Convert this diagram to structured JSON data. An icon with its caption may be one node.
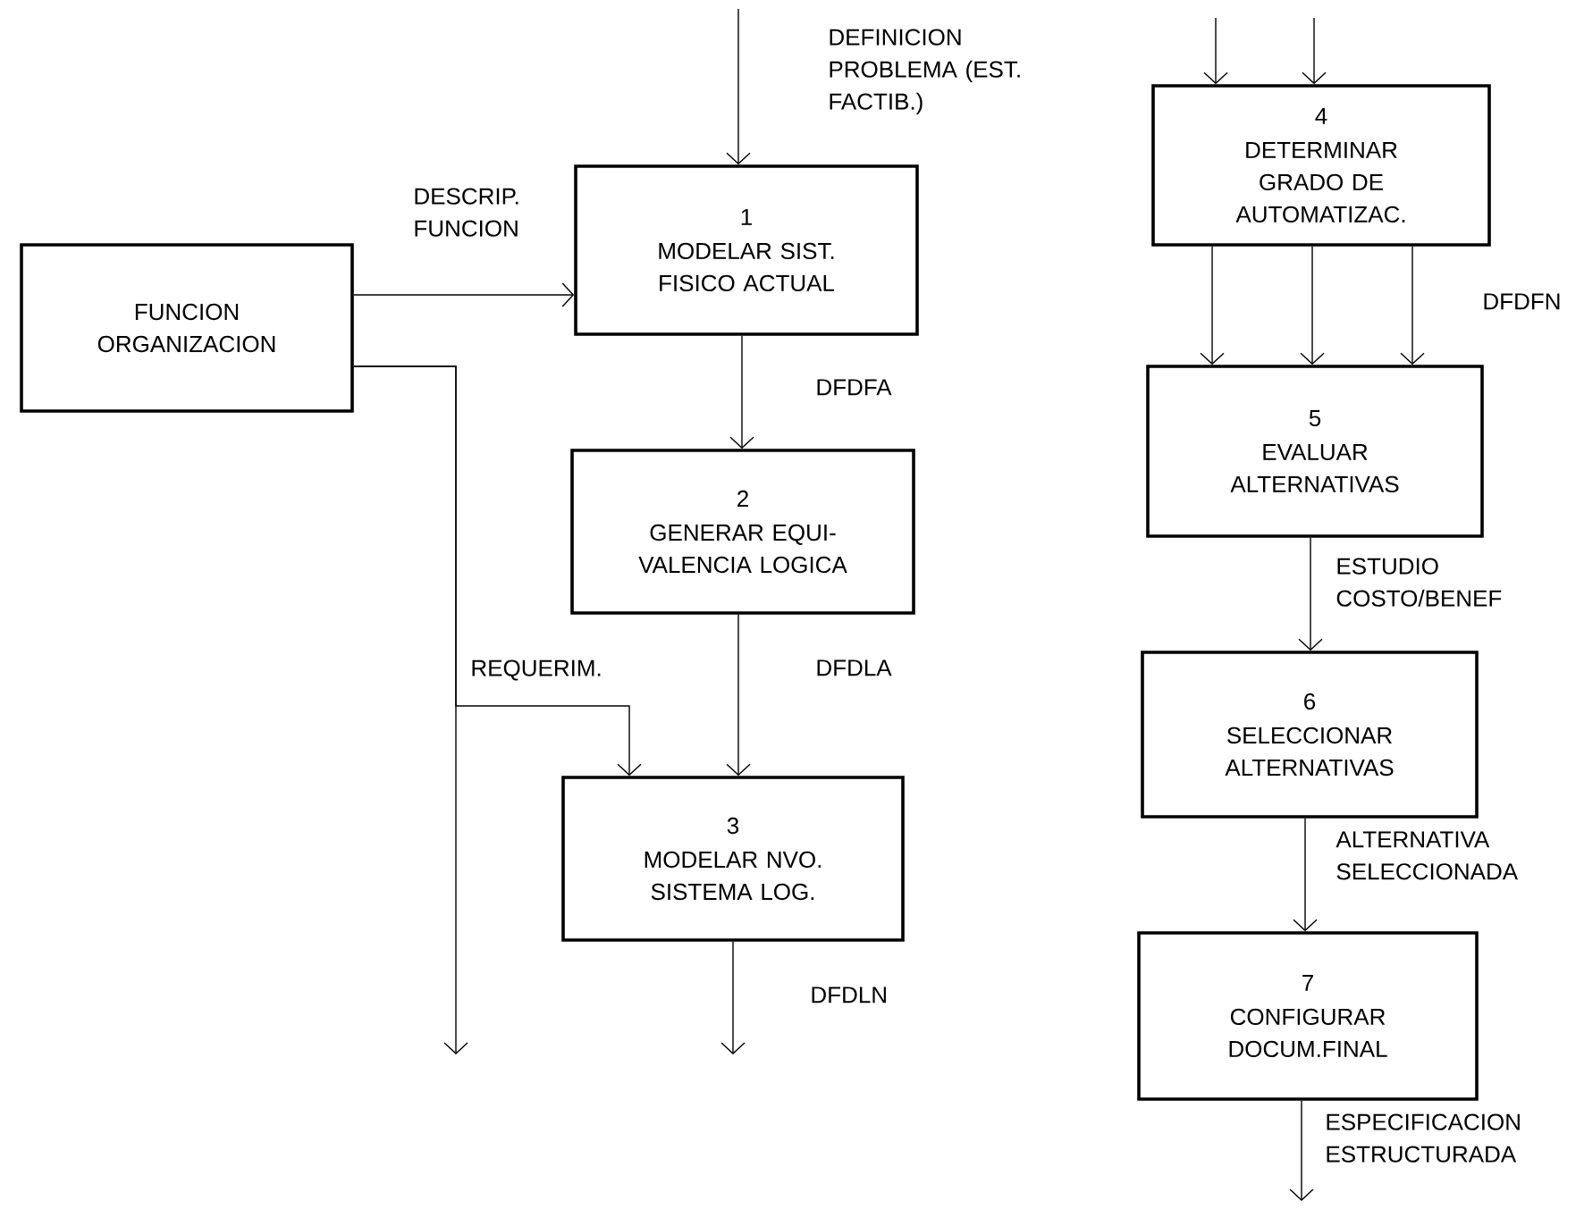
{
  "diagram": {
    "nodes": [
      {
        "text": [
          "FUNCION ORGANIZACION"
        ]
      },
      {
        "text": [
          "1",
          "MODELAR SIST. FISICO ACTUAL"
        ]
      },
      {
        "text": [
          "2",
          "GENERAR EQUI- VALENCIA LOGICA"
        ]
      },
      {
        "text": [
          "3",
          "MODELAR NVO. SISTEMA LOG."
        ]
      },
      {
        "text": [
          "4",
          "DETERMINAR GRADO DE AUTOMATIZAC."
        ]
      },
      {
        "text": [
          "5",
          "EVALUAR ALTERNATIVAS"
        ]
      },
      {
        "text": [
          "6",
          "SELECCIONAR ALTERNATIVAS"
        ]
      },
      {
        "text": [
          "7",
          "CONFIGURAR DOCUM.FINAL"
        ]
      }
    ],
    "edges": [
      {
        "from": null,
        "to": 1,
        "arrow": "to",
        "label": "DEFINICION PROBLEMA (EST. FACTIB.)"
      },
      {
        "from": 0,
        "to": 1,
        "arrow": "to",
        "label": "DESCRIP. FUNCION"
      },
      {
        "from": 1,
        "to": 2,
        "arrow": "to",
        "label": "DFDFA"
      },
      {
        "from": 0,
        "to": 3,
        "arrow": "to",
        "label": "REQUERIM."
      },
      {
        "from": 0,
        "to": null,
        "arrow": "to"
      },
      {
        "from": 2,
        "to": 3,
        "arrow": "to",
        "label": "DFDLA"
      },
      {
        "from": 3,
        "to": null,
        "arrow": "to",
        "label": "DFDLN"
      },
      {
        "from": null,
        "to": 4,
        "arrow": "to"
      },
      {
        "from": null,
        "to": 4,
        "arrow": "to"
      },
      {
        "from": 4,
        "to": 5,
        "arrow": "to"
      },
      {
        "from": 4,
        "to": 5,
        "arrow": "to"
      },
      {
        "from": 4,
        "to": 5,
        "arrow": "to",
        "label": "DFDFN"
      },
      {
        "from": 5,
        "to": 6,
        "arrow": "to",
        "label": "ESTUDIO COSTO/BENEF"
      },
      {
        "from": 6,
        "to": 7,
        "arrow": "to",
        "label": "ALTERNATIVA SELECCIONADA"
      },
      {
        "from": 7,
        "to": null,
        "arrow": "to",
        "label": "ESPECIFICACION ESTRUCTURADA"
      }
    ]
  }
}
